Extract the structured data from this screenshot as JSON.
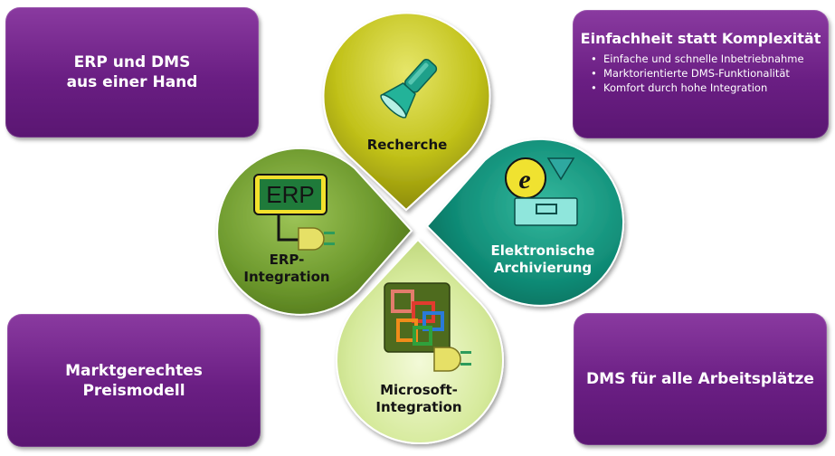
{
  "boxes": {
    "top_left": {
      "lines": [
        "ERP und DMS",
        "aus einer Hand"
      ]
    },
    "top_right": {
      "title": "Einfachheit statt Komplexität",
      "bullets": [
        "Einfache und schnelle Inbetriebnahme",
        "Marktorientierte DMS-Funktionalität",
        "Komfort durch hohe Integration"
      ]
    },
    "bottom_left": {
      "lines": [
        "Marktgerechtes",
        "Preismodell"
      ]
    },
    "bottom_right": {
      "lines": [
        "DMS für alle Arbeitsplätze"
      ]
    }
  },
  "petals": {
    "top": {
      "label": "Recherche",
      "icon": "flashlight-icon",
      "color": "#c2c21a"
    },
    "left": {
      "label_lines": [
        "ERP-",
        "Integration"
      ],
      "icon": "erp-plug-icon",
      "icon_text": "ERP",
      "color": "#6e9a2e"
    },
    "right": {
      "label_lines": [
        "Elektronische",
        "Archivierung"
      ],
      "icon": "e-archive-icon",
      "icon_text": "e",
      "color": "#12907a"
    },
    "bottom": {
      "label_lines": [
        "Microsoft-",
        "Integration"
      ],
      "icon": "office-plug-icon",
      "color": "#d6ea9c"
    }
  }
}
